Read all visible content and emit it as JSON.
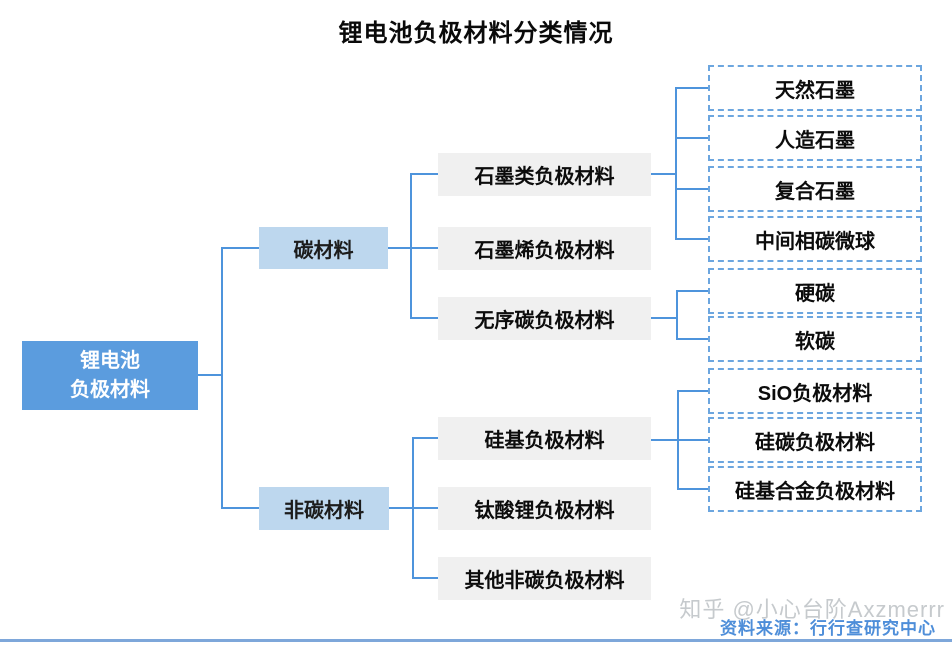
{
  "title": "锂电池负极材料分类情况",
  "colors": {
    "root_bg": "#5B9CDE",
    "level2_bg": "#BDD7EE",
    "level3_bg": "#F0F0F0",
    "line": "#4E94DC",
    "leaf_border": "#6CA6DF",
    "source_text": "#4E8ED9",
    "watermark": "#C6CACD",
    "bottom_bar": "#7EA7DA"
  },
  "tree": {
    "root": {
      "label_line1": "锂电池",
      "label_line2": "负极材料"
    },
    "branches": [
      {
        "label": "碳材料",
        "children": [
          {
            "label": "石墨类负极材料",
            "leaves": [
              "天然石墨",
              "人造石墨",
              "复合石墨",
              "中间相碳微球"
            ]
          },
          {
            "label": "石墨烯负极材料",
            "leaves": []
          },
          {
            "label": "无序碳负极材料",
            "leaves": [
              "硬碳",
              "软碳"
            ]
          }
        ]
      },
      {
        "label": "非碳材料",
        "children": [
          {
            "label": "硅基负极材料",
            "leaves": [
              "SiO负极材料",
              "硅碳负极材料",
              "硅基合金负极材料"
            ]
          },
          {
            "label": "钛酸锂负极材料",
            "leaves": []
          },
          {
            "label": "其他非碳负极材料",
            "leaves": []
          }
        ]
      }
    ]
  },
  "footer": {
    "watermark": "知乎 @小心台阶Axzmerrr",
    "source": "资料来源：行行查研究中心"
  }
}
